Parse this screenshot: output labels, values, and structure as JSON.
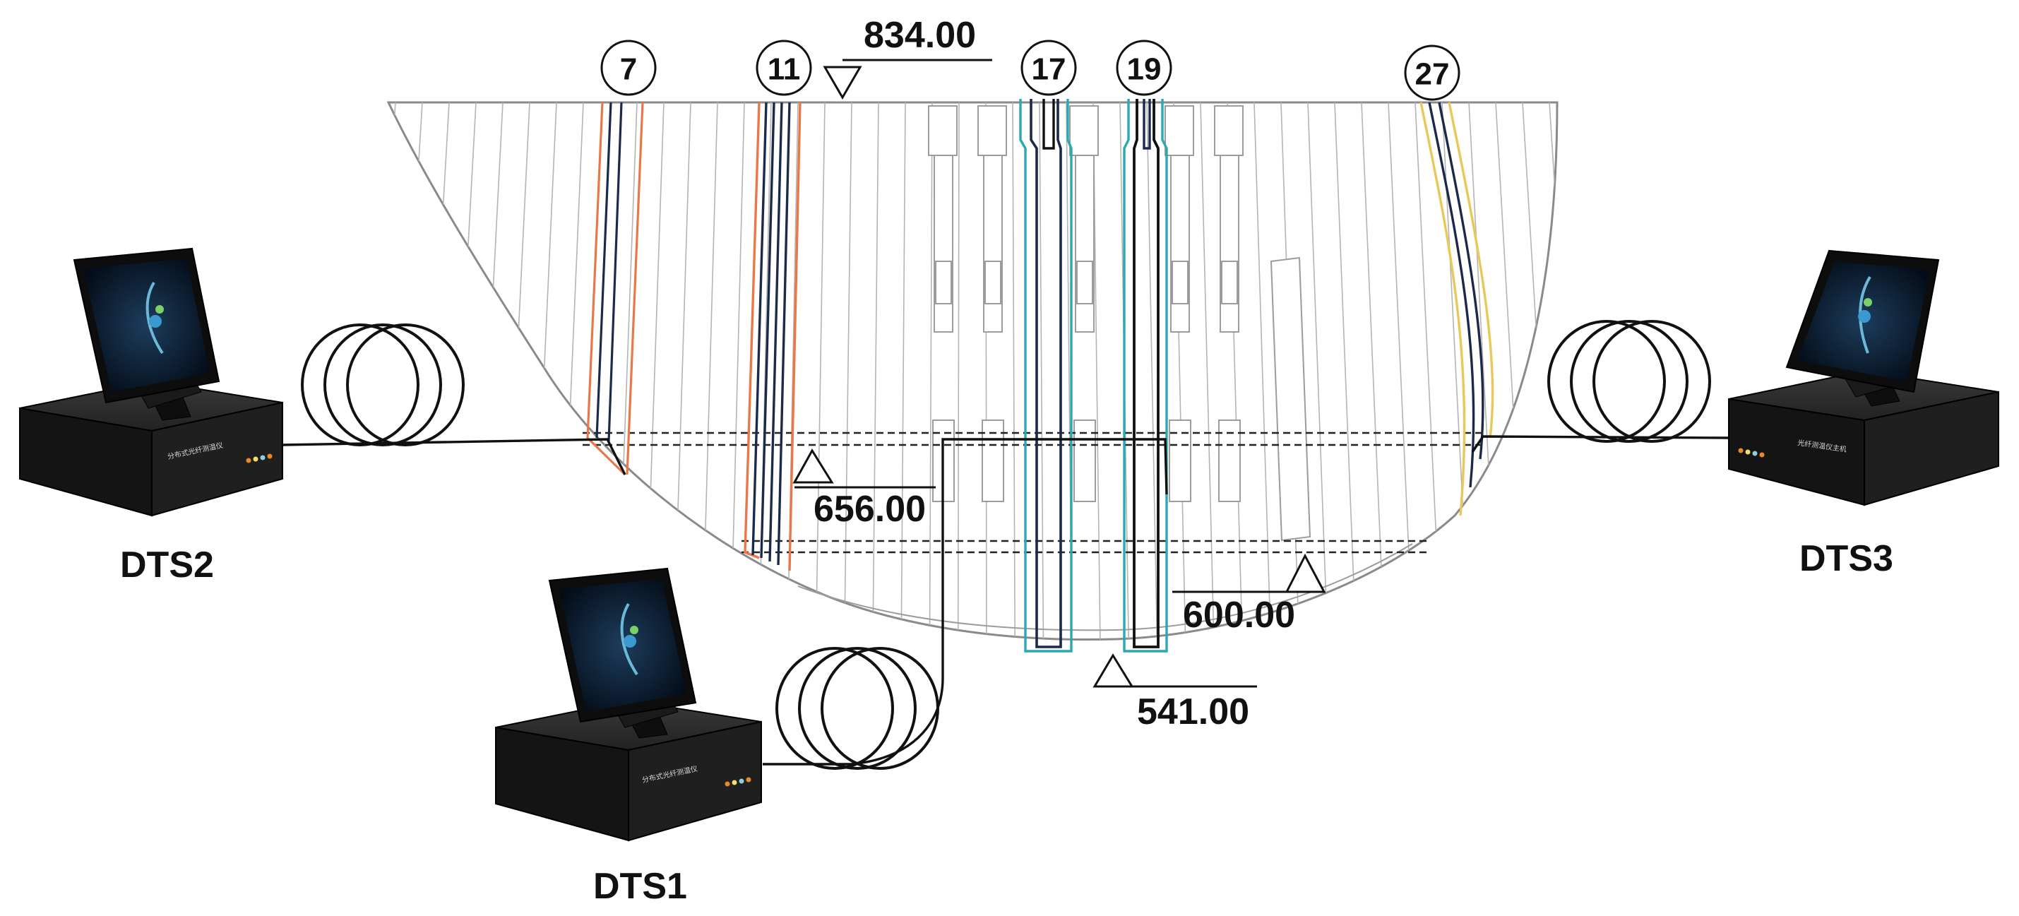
{
  "elevations": {
    "crest": "834.00",
    "middle": "656.00",
    "lower": "600.00",
    "base": "541.00"
  },
  "sections": [
    "7",
    "11",
    "17",
    "19",
    "27"
  ],
  "devices": {
    "dts1": {
      "label": "DTS1",
      "panel_text": "分布式光纤测温仪"
    },
    "dts2": {
      "label": "DTS2",
      "panel_text": "分布式光纤测温仪"
    },
    "dts3": {
      "label": "DTS3",
      "panel_text": "光纤测温仪主机"
    }
  },
  "colors": {
    "orange_cable": "#e8784a",
    "navy_cable": "#1c2a4a",
    "teal_cable": "#2aa9b0",
    "yellow_cable": "#e8c85a",
    "dam_outline": "#8a8a8a",
    "device_body": "#1a1a1a"
  }
}
